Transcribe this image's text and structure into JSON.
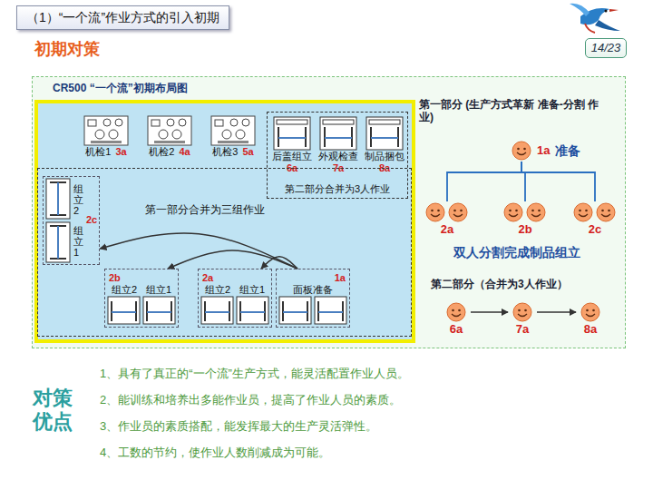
{
  "diagram": {
    "title": "（1）“一个流”作业方式的引入初期",
    "nodes": [
      {
        "text": [
          "14/23"
        ]
      },
      {
        "text": [
          "CR500 “一个流”初期布局图"
        ]
      },
      {
        "text": [
          "机检1",
          "3a"
        ],
        "in": 1
      },
      {
        "text": [
          "机检2",
          "4a"
        ],
        "in": 1
      },
      {
        "text": [
          "机检3",
          "5a"
        ],
        "in": 1
      },
      {
        "text": [
          "第二部分合并为3人作业"
        ],
        "in": 1
      },
      {
        "text": [
          "后盖组立",
          "6a"
        ],
        "in": 5
      },
      {
        "text": [
          "外观检查",
          "7a"
        ],
        "in": 5
      },
      {
        "text": [
          "制品捆包",
          "8a"
        ],
        "in": 5
      },
      {
        "text": [
          "第一部分合并为三组作业"
        ],
        "in": 1
      },
      {
        "text": [
          "组立2",
          "组立1",
          "2c"
        ],
        "in": 9
      },
      {
        "text": [
          "2b",
          "组立2",
          "组立1"
        ],
        "in": 9
      },
      {
        "text": [
          "2a",
          "组立2",
          "组立1"
        ],
        "in": 9
      },
      {
        "text": [
          "1a",
          "面板准备"
        ],
        "in": 9
      },
      {
        "text": [
          "1a",
          "准备"
        ],
        "in": 1
      },
      {
        "text": [
          "2a"
        ],
        "in": 1
      },
      {
        "text": [
          "2b"
        ],
        "in": 1
      },
      {
        "text": [
          "2c"
        ],
        "in": 1
      },
      {
        "text": [
          "6a"
        ],
        "in": 1
      },
      {
        "text": [
          "7a"
        ],
        "in": 1
      },
      {
        "text": [
          "8a"
        ],
        "in": 1
      }
    ],
    "edges": [
      {
        "from": 13,
        "to": 12,
        "arrow": "to"
      },
      {
        "from": 13,
        "to": 11,
        "arrow": "to"
      },
      {
        "from": 13,
        "to": 10,
        "arrow": "to"
      },
      {
        "from": 14,
        "to": 15,
        "arrow": "none"
      },
      {
        "from": 14,
        "to": 16,
        "arrow": "none"
      },
      {
        "from": 14,
        "to": 17,
        "arrow": "none"
      },
      {
        "from": 18,
        "to": 19,
        "arrow": "to"
      },
      {
        "from": 19,
        "to": 20,
        "arrow": "to"
      }
    ],
    "labels": [
      "初期对策",
      "第一部分 (生产方式革新 准备-分割 作业)",
      "双人分割完成制品组立",
      "第二部分（合并为3人作业）",
      "对策优点",
      "1、具有了真正的“一个流”生产方式，能灵活配置作业人员。",
      "2、能训练和培养出多能作业员，提高了作业人员的素质。",
      "3、作业员的素质搭配，能发挥最大的生产灵活弹性。",
      "4、工数的节约，使作业人数削减成为可能。"
    ]
  }
}
